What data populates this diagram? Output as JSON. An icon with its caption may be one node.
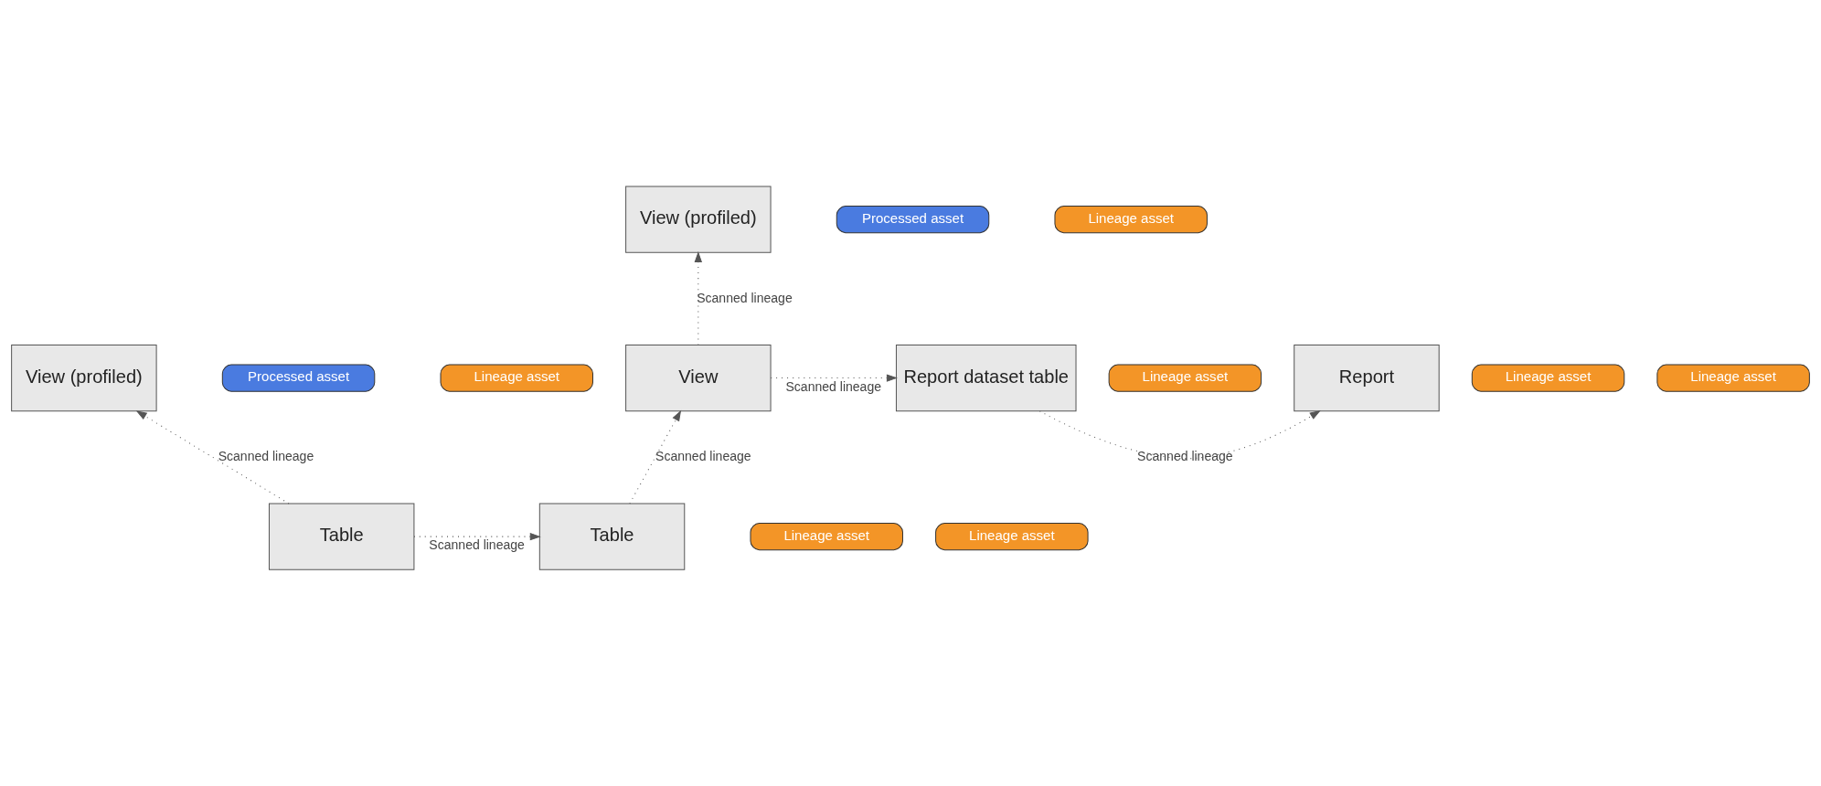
{
  "diagram": {
    "nodes": [
      {
        "text": [
          "View (profiled)"
        ]
      },
      {
        "text": [
          "Processed asset"
        ]
      },
      {
        "text": [
          "Lineage asset"
        ]
      },
      {
        "text": [
          "View (profiled)"
        ]
      },
      {
        "text": [
          "Processed asset"
        ]
      },
      {
        "text": [
          "Lineage asset"
        ]
      },
      {
        "text": [
          "View"
        ]
      },
      {
        "text": [
          "Lineage asset"
        ]
      },
      {
        "text": [
          "Report dataset table"
        ]
      },
      {
        "text": [
          "Lineage asset"
        ]
      },
      {
        "text": [
          "Report"
        ]
      },
      {
        "text": [
          "Lineage asset"
        ]
      },
      {
        "text": [
          "Table"
        ]
      },
      {
        "text": [
          "Lineage asset"
        ]
      },
      {
        "text": [
          "Table"
        ]
      },
      {
        "text": [
          "Lineage asset"
        ]
      }
    ],
    "edges": [
      {
        "from": 12,
        "to": 3,
        "arrow": "to",
        "label": "Scanned lineage",
        "style": "dashed"
      },
      {
        "from": 12,
        "to": 14,
        "arrow": "to",
        "label": "Scanned lineage",
        "style": "dashed"
      },
      {
        "from": 14,
        "to": 6,
        "arrow": "to",
        "label": "Scanned lineage",
        "style": "dashed"
      },
      {
        "from": 6,
        "to": 0,
        "arrow": "to",
        "label": "Scanned lineage",
        "style": "dashed"
      },
      {
        "from": 6,
        "to": 8,
        "arrow": "to",
        "label": "Scanned lineage",
        "style": "dashed"
      },
      {
        "from": 8,
        "to": 10,
        "arrow": "to",
        "label": "Scanned lineage",
        "style": "dashed"
      }
    ]
  }
}
